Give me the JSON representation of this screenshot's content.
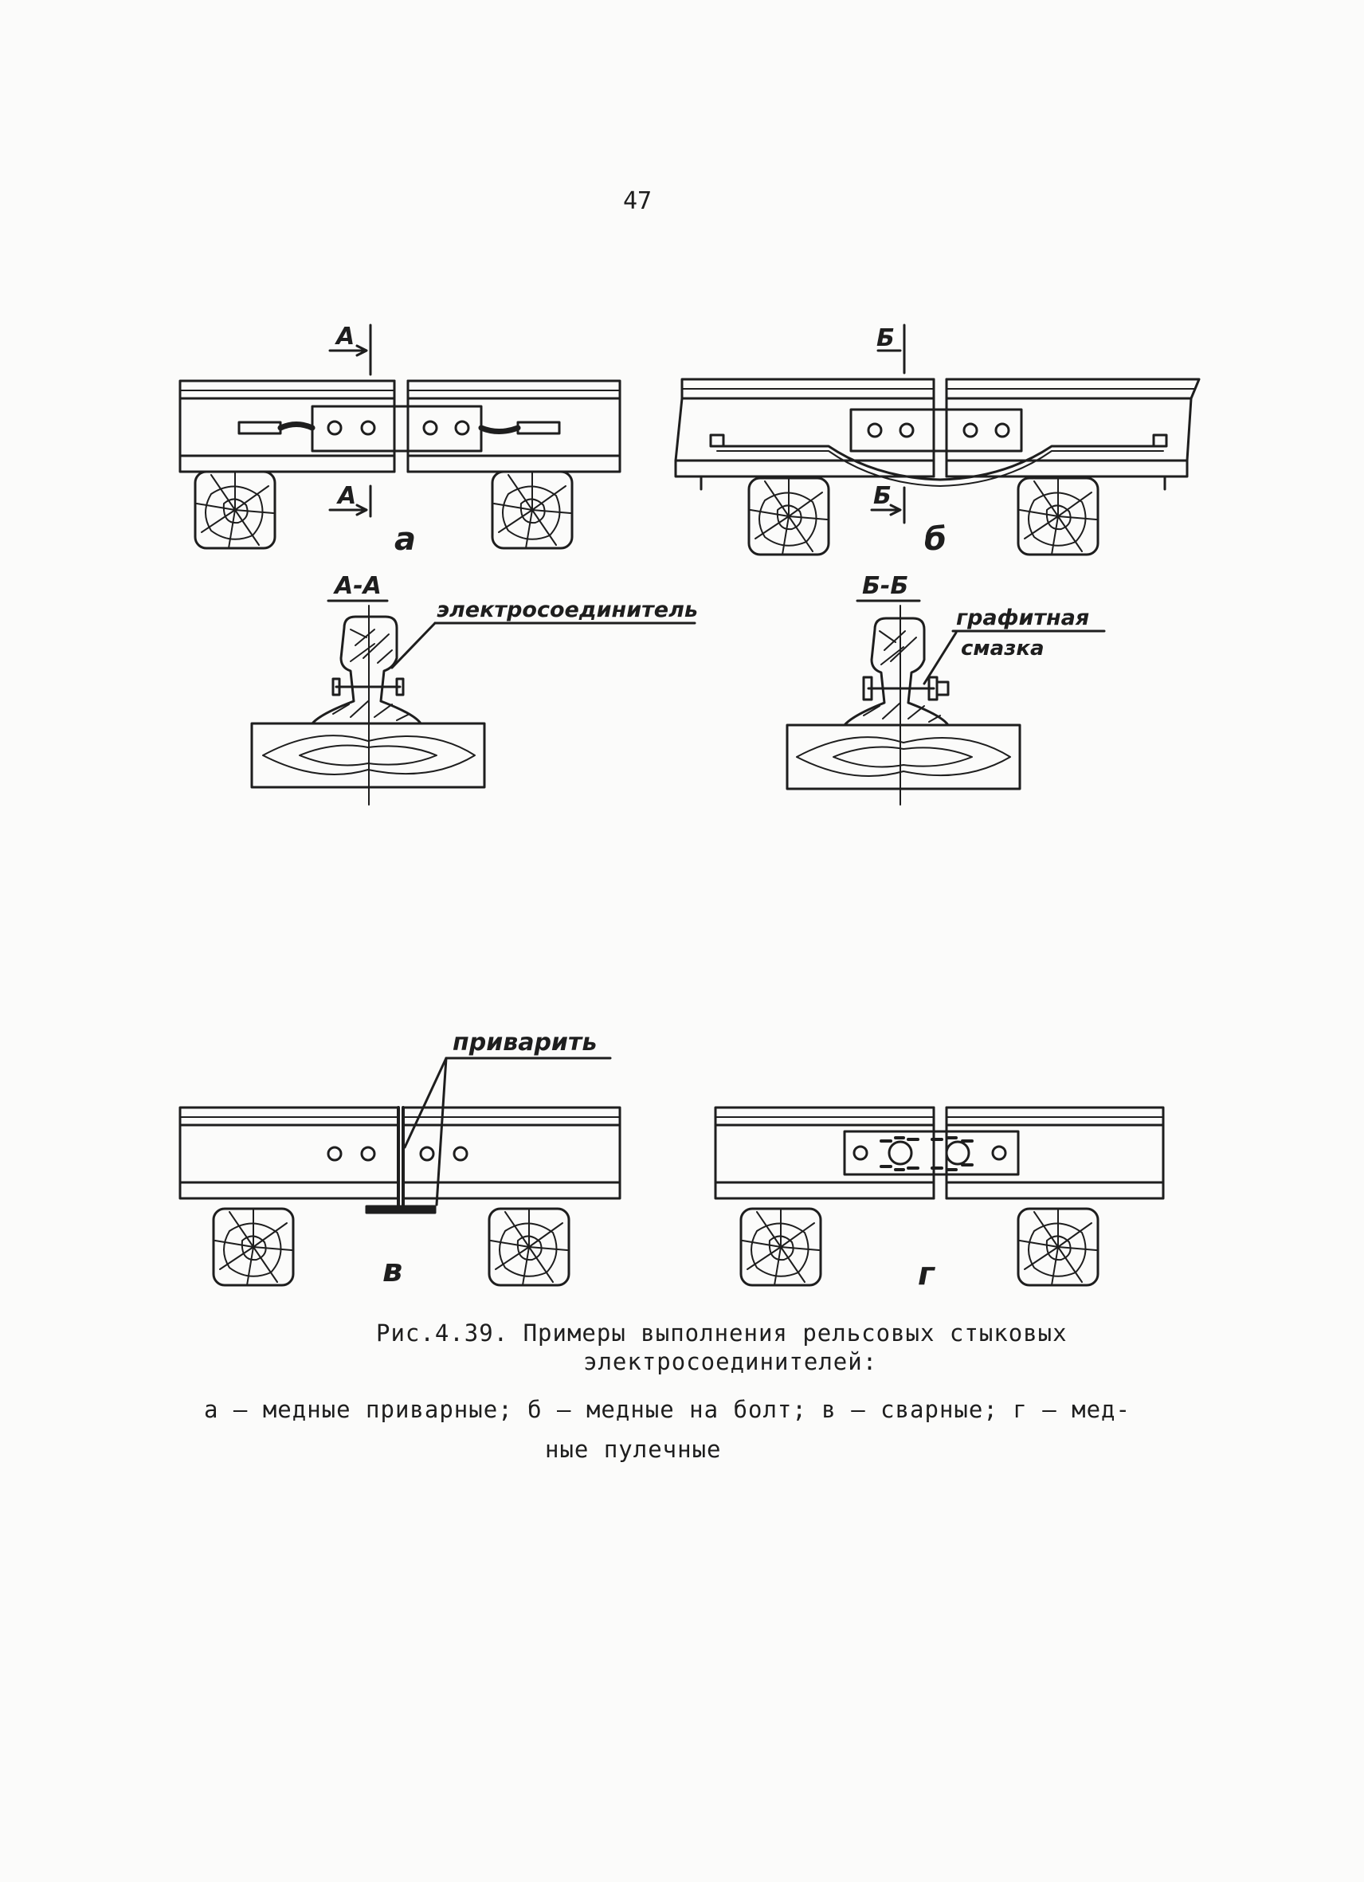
{
  "page_number": "47",
  "figures": {
    "a": {
      "label": "а",
      "section_mark_top": "А",
      "section_mark_bottom": "А",
      "section_title": "А-А",
      "callout": "электросоединитель"
    },
    "b": {
      "label": "б",
      "section_mark_top": "Б",
      "section_mark_bottom": "Б",
      "section_title": "Б-Б",
      "callout_line1": "графитная",
      "callout_line2": "смазка"
    },
    "v": {
      "label": "в",
      "callout": "приварить"
    },
    "g": {
      "label": "г"
    }
  },
  "caption": {
    "title_line1": "Рис.4.39. Примеры выполнения рельсовых стыковых",
    "title_line2": "электросоединителей:",
    "legend_line1": "а – медные приварные; б – медные на болт; в – сварные; г – мед-",
    "legend_line2": "ные пулечные"
  }
}
